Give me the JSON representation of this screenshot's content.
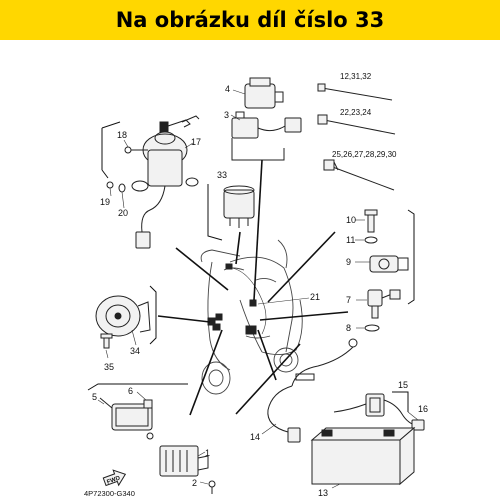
{
  "banner": {
    "title": "Na obrázku díl číslo 33"
  },
  "parts": {
    "p2": "2",
    "p3": "3",
    "p4": "4",
    "p5": "5",
    "p6": "6",
    "p7": "7",
    "p8": "8",
    "p9": "9",
    "p10": "10",
    "p11": "11",
    "p12_31_32": "12,31,32",
    "p13": "13",
    "p14": "14",
    "p15": "15",
    "p16": "16",
    "p17": "17",
    "p18": "18",
    "p19": "19",
    "p20": "20",
    "p21": "21",
    "p22_23_24": "22,23,24",
    "p25_30": "25,26,27,28,29,30",
    "p33": "33",
    "p34": "34",
    "p35": "35"
  },
  "fwd_label": "FWD",
  "diagram_code": "4P72300-G340"
}
